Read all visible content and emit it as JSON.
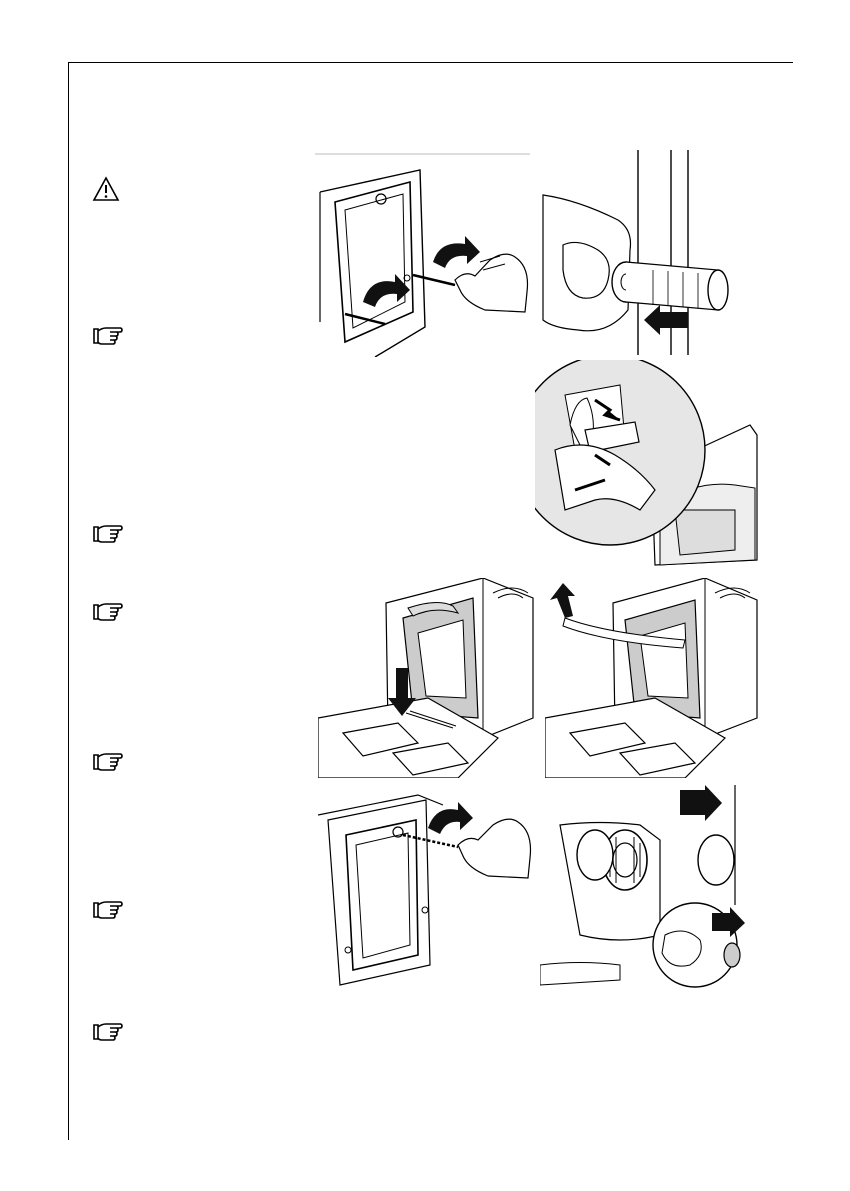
{
  "page": {
    "icons": [
      "warning-triangle-icon",
      "pointing-hand-icon",
      "pointing-hand-icon",
      "pointing-hand-icon",
      "pointing-hand-icon",
      "pointing-hand-icon",
      "pointing-hand-icon"
    ],
    "illustrations": [
      "remove-back-panel-screws-illustration",
      "insert-spacer-into-hole-illustration",
      "release-hose-clip-illustration",
      "insert-hose-into-slot-illustration",
      "lift-hose-out-illustration",
      "unscrew-back-panel-bolt-illustration",
      "fit-cover-caps-illustration"
    ]
  }
}
